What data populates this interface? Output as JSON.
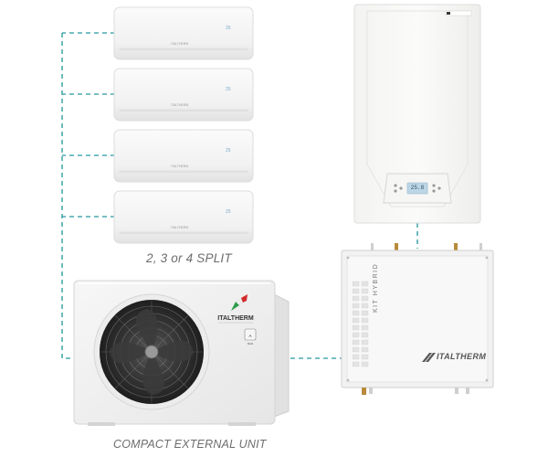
{
  "labels": {
    "split_caption": "2, 3 or 4 SPLIT",
    "external_caption": "COMPACT EXTERNAL UNIT"
  },
  "brand": {
    "name": "ITALTHERM",
    "kit_text": "KIT HYBRID"
  },
  "boiler": {
    "display_text": "25.8"
  },
  "colors": {
    "connector": "#4aa9b0",
    "unit_body": "#f4f4f4",
    "unit_edge": "#d8d8d8",
    "fan": "#2c2c2c"
  }
}
